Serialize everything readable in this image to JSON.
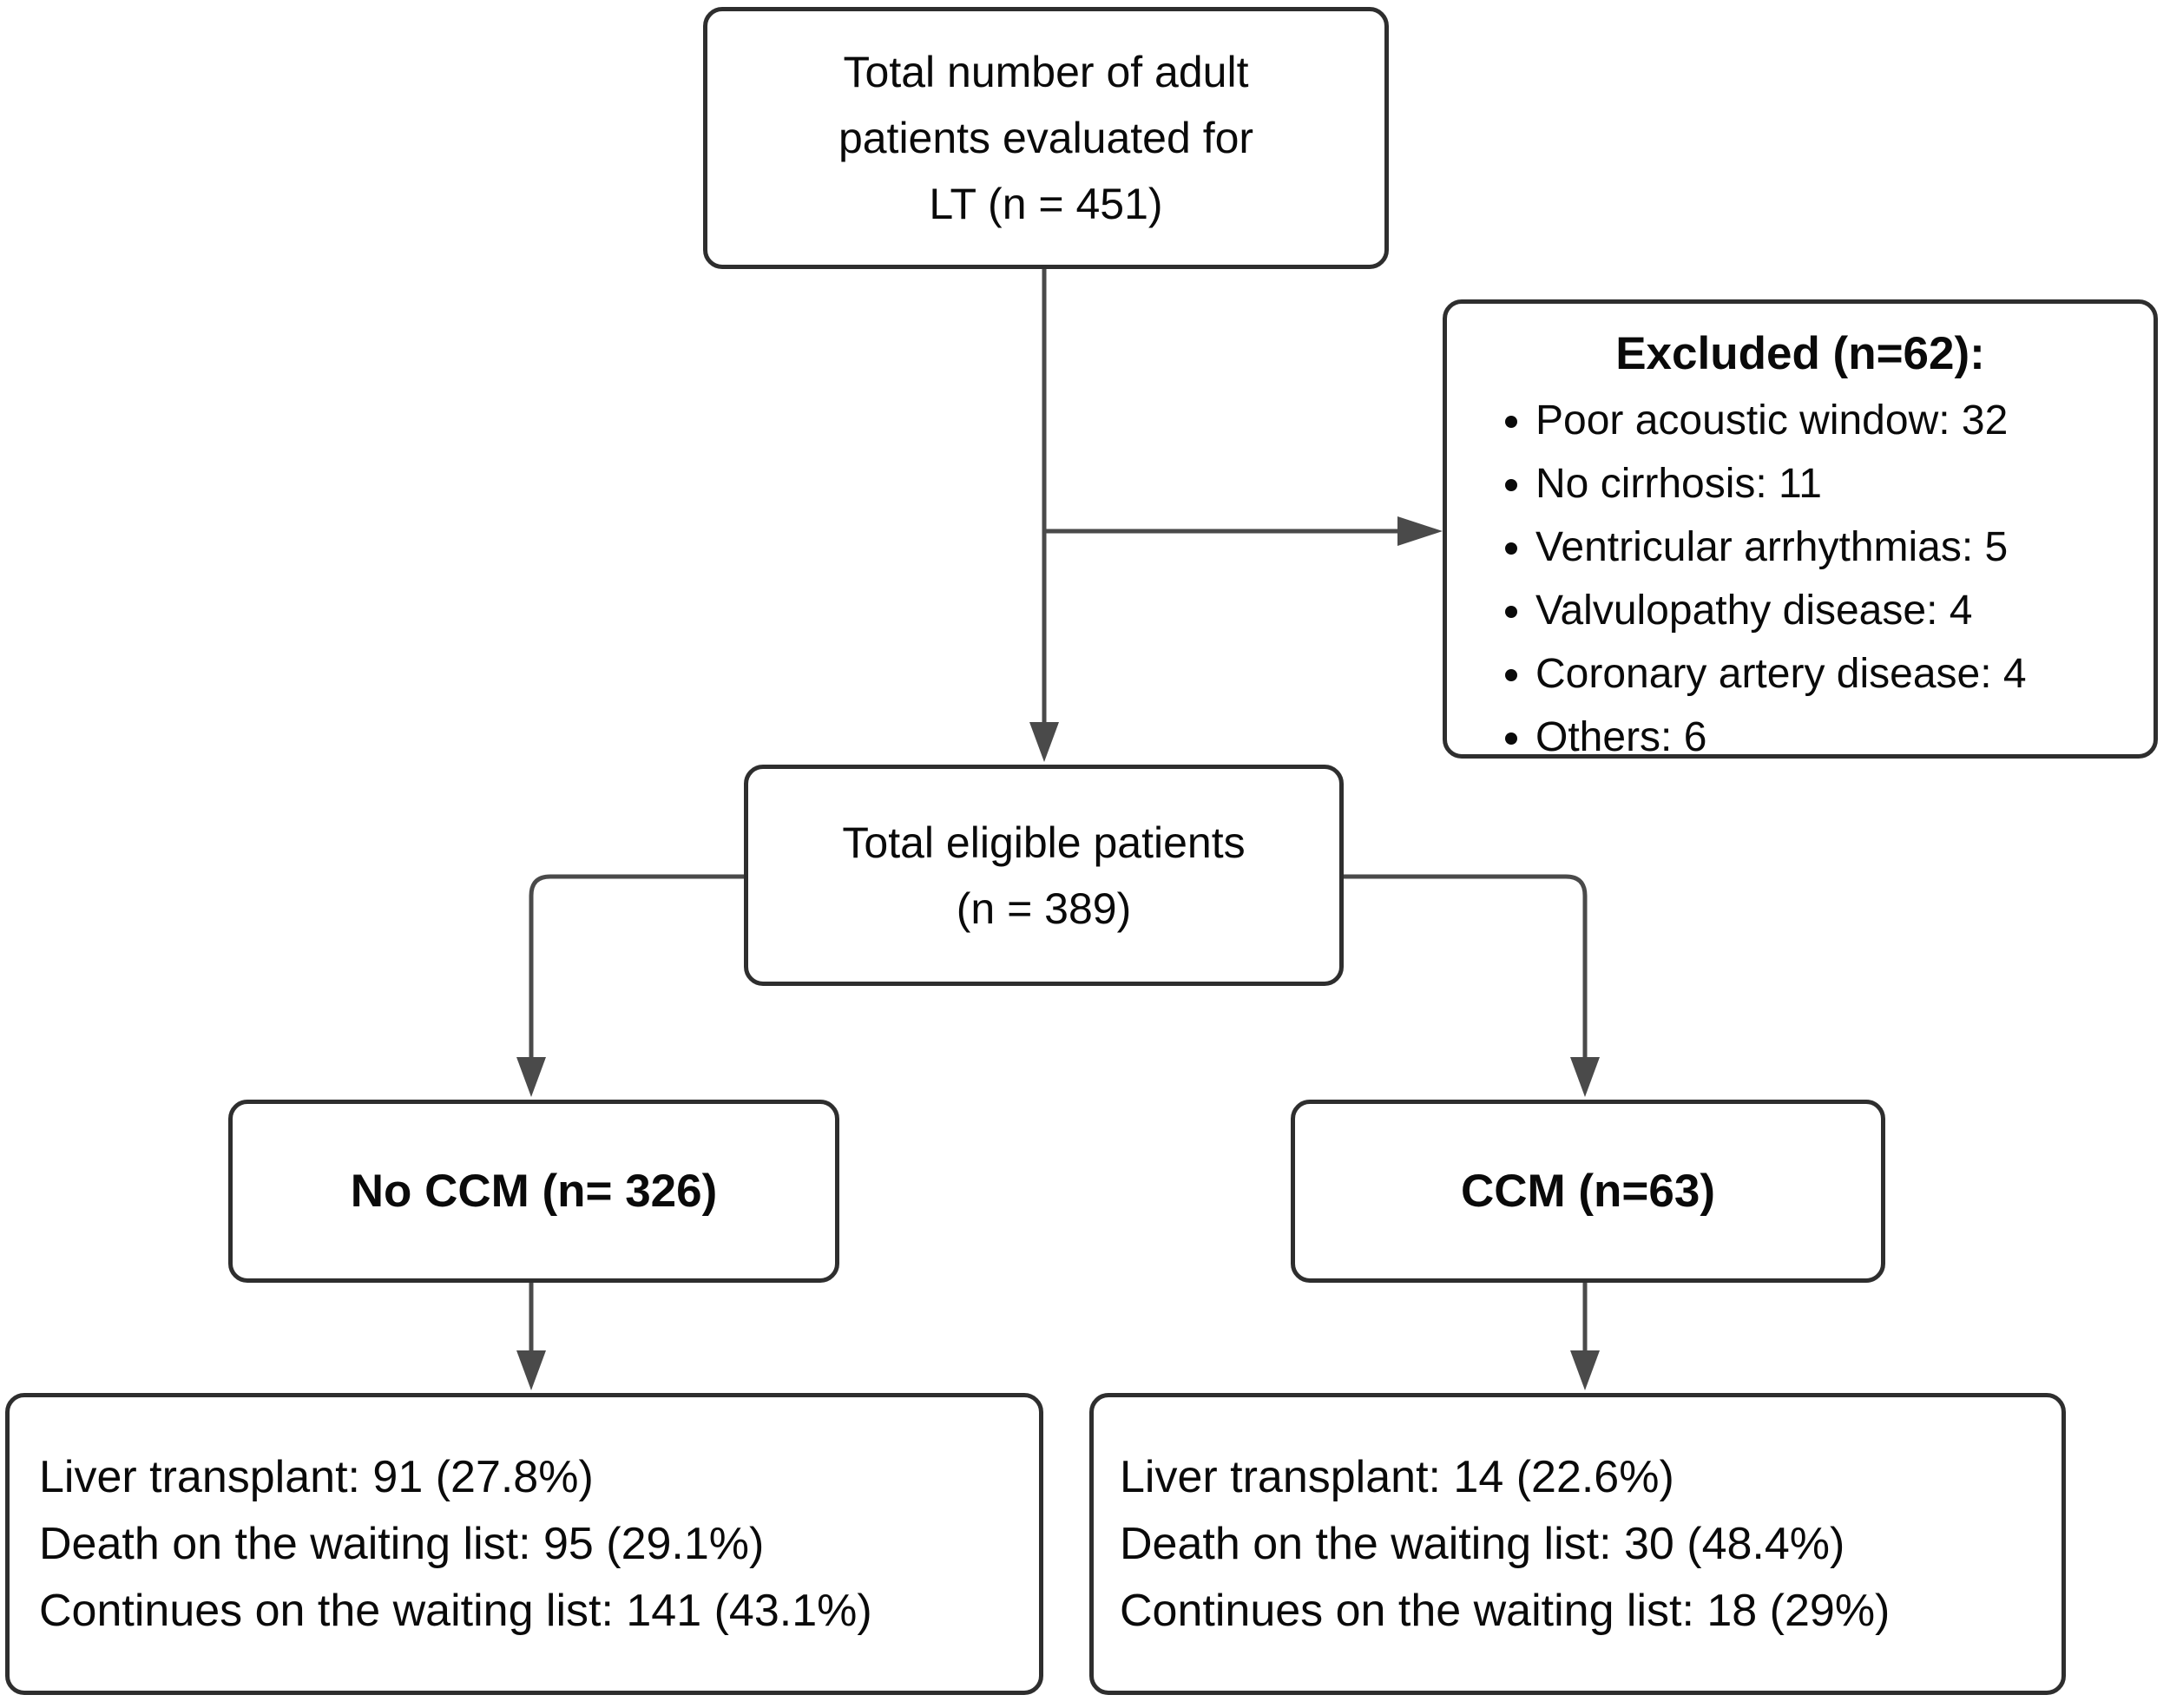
{
  "diagram": {
    "boxes": {
      "total": {
        "lines": [
          "Total number of adult",
          "patients evaluated for",
          "LT (n = 451)"
        ]
      },
      "excluded": {
        "title": "Excluded (n=62):",
        "items": [
          "Poor acoustic window: 32",
          "No cirrhosis: 11",
          "Ventricular arrhythmias: 5",
          "Valvulopathy disease: 4",
          "Coronary artery disease: 4",
          "Others: 6"
        ]
      },
      "eligible": {
        "lines": [
          "Total eligible patients",
          "(n = 389)"
        ]
      },
      "no_ccm": {
        "label": "No CCM (n= 326)"
      },
      "ccm": {
        "label": "CCM (n=63)"
      },
      "no_ccm_outcomes": {
        "lines": [
          "Liver transplant: 91 (27.8%)",
          "Death on the waiting list: 95 (29.1%)",
          "Continues on the waiting list: 141 (43.1%)"
        ]
      },
      "ccm_outcomes": {
        "lines": [
          "Liver transplant: 14 (22.6%)",
          "Death on the waiting list: 30 (48.4%)",
          "Continues on the waiting list: 18 (29%)"
        ]
      }
    },
    "colors": {
      "background": "#ffffff",
      "box_border": "#2e2e2e",
      "connector": "#4a4a4a",
      "text": "#0a0a0a"
    }
  }
}
